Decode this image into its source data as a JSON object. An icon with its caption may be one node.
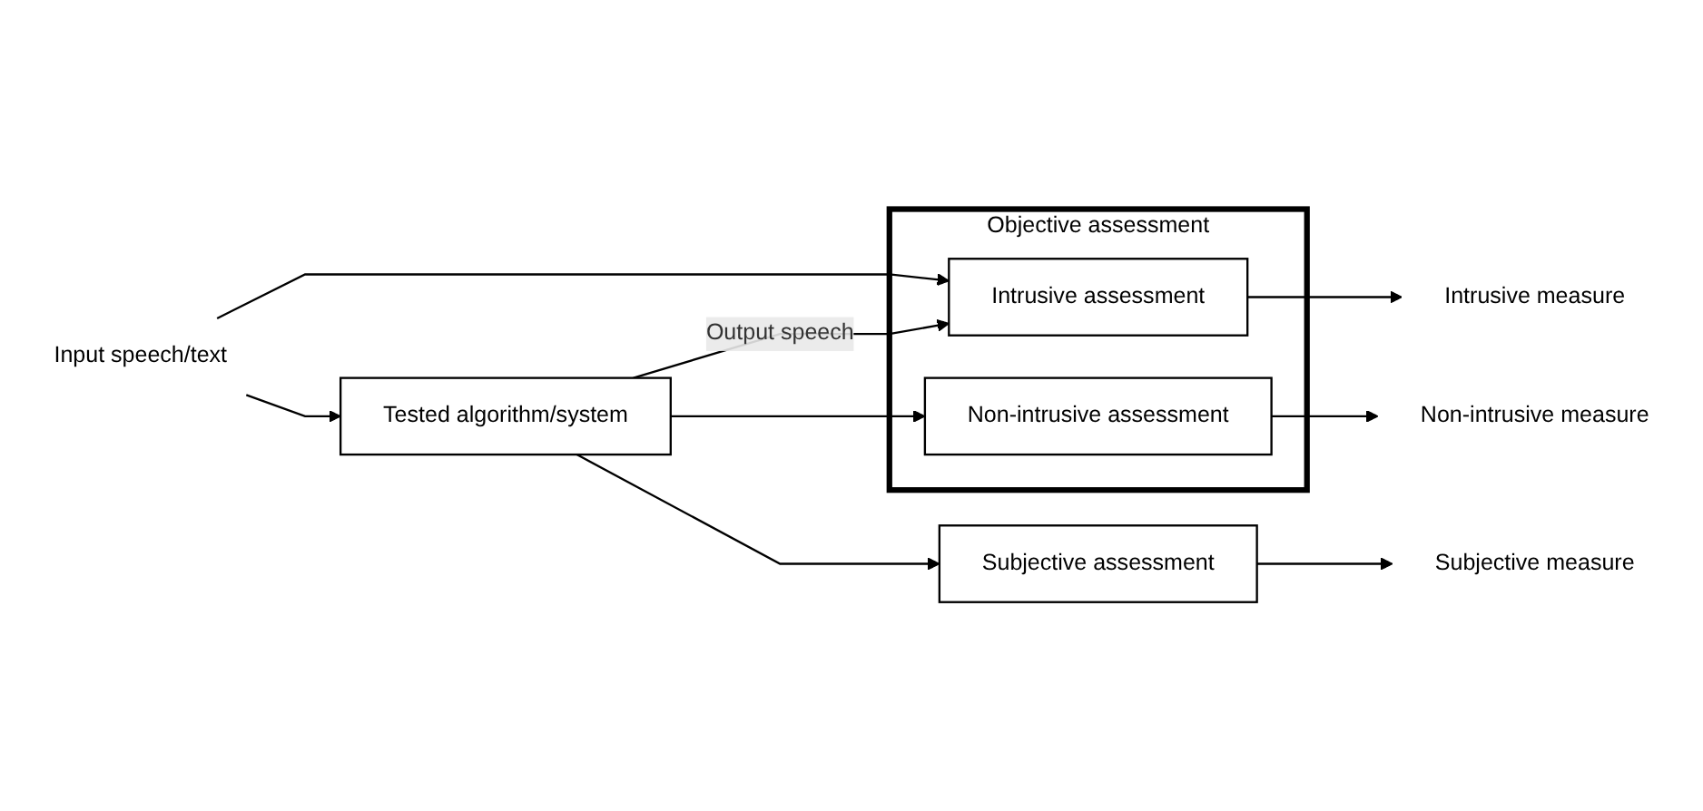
{
  "diagram": {
    "nodes": [
      {
        "text": [
          "Input speech/text"
        ]
      },
      {
        "text": [
          "Tested algorithm/system"
        ]
      },
      {
        "text": [
          "Objective assessment"
        ]
      },
      {
        "text": [
          "Intrusive assessment"
        ],
        "in": 2
      },
      {
        "text": [
          "Non-intrusive assessment"
        ],
        "in": 2
      },
      {
        "text": [
          "Subjective assessment"
        ]
      },
      {
        "text": [
          "Intrusive measure"
        ]
      },
      {
        "text": [
          "Non-intrusive measure"
        ]
      },
      {
        "text": [
          "Subjective measure"
        ]
      }
    ],
    "edges": [
      {
        "from": 0,
        "to": 1,
        "arrow": "to"
      },
      {
        "from": 0,
        "to": 3,
        "arrow": "to"
      },
      {
        "from": 1,
        "to": 3,
        "arrow": "to",
        "label": "Output speech"
      },
      {
        "from": 1,
        "to": 4,
        "arrow": "to"
      },
      {
        "from": 1,
        "to": 5,
        "arrow": "to"
      },
      {
        "from": 3,
        "to": 6,
        "arrow": "to"
      },
      {
        "from": 4,
        "to": 7,
        "arrow": "to"
      },
      {
        "from": 5,
        "to": 8,
        "arrow": "to"
      }
    ]
  }
}
